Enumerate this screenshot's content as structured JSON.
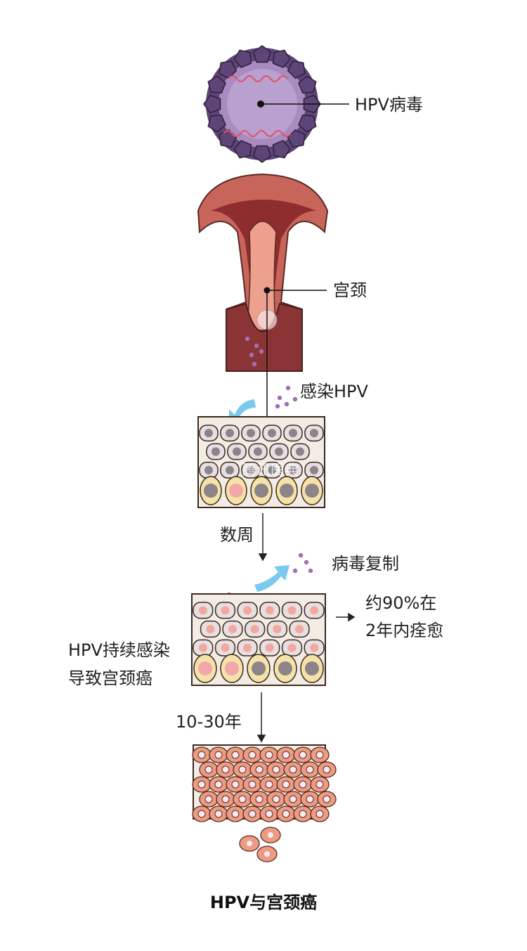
{
  "labels": {
    "virus": "HPV病毒",
    "cervix": "宫颈",
    "infection": "感染HPV",
    "weeks": "数周",
    "replication": "病毒复制",
    "recovery_line1": "约90%在",
    "recovery_line2": "2年内痊愈",
    "persistent_line1": "HPV持续感染",
    "persistent_line2": "导致宫颈癌",
    "years": "10-30年"
  },
  "title": "HPV与宫颈癌",
  "watermark": "腾讯医典",
  "colors": {
    "virus_body": "#a98bc0",
    "capsomere": "#5e4577",
    "uterus_outer": "#c8655b",
    "uterus_inner": "#8e2d2d",
    "cell_gray": "#e6e0e2",
    "cell_basal": "#f5e2a8",
    "cancer_cell": "#ec9c82",
    "arrow_blue": "#7cc9ee",
    "particle": "#a46fb0"
  }
}
